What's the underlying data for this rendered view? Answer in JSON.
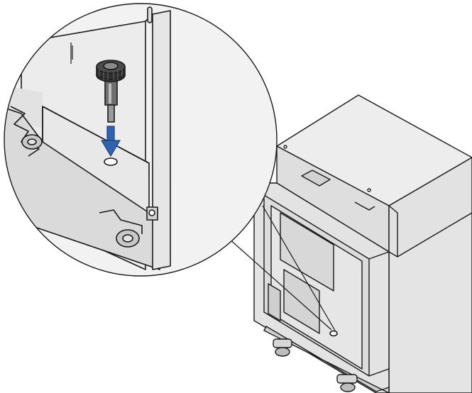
{
  "figure": {
    "kind": "technical-illustration",
    "subject": "printer-drawer-unit",
    "detail_callout": "screw-insertion-into-floor-hole",
    "colors": {
      "line": "#1a1a1a",
      "panel_light": "#ececec",
      "panel_mid": "#dcdcdc",
      "panel_dark": "#c9c9c9",
      "screw_dark": "#3a3a3a",
      "screw_mid": "#8a8a8a",
      "arrow": "#2f63b0"
    },
    "icons": [
      "thumbscrew-icon",
      "down-arrow-icon",
      "screw-hole-icon",
      "caster-wheel-icon"
    ]
  }
}
